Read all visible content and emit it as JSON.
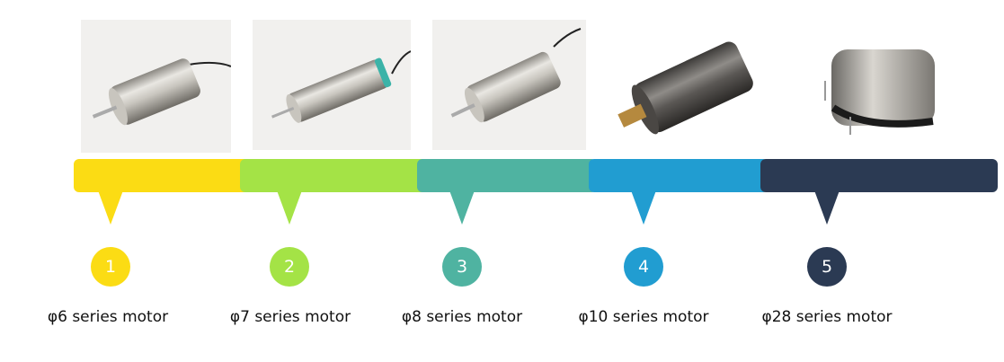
{
  "items": [
    {
      "number": "1",
      "label": "φ6 series motor",
      "color": "#fbdc14",
      "icon": "motor-photo"
    },
    {
      "number": "2",
      "label": "φ7 series motor",
      "color": "#a4e346",
      "icon": "motor-photo"
    },
    {
      "number": "3",
      "label": "φ8 series motor",
      "color": "#4fb3a1",
      "icon": "motor-photo"
    },
    {
      "number": "4",
      "label": "φ10 series motor",
      "color": "#219dd1",
      "icon": "motor-photo"
    },
    {
      "number": "5",
      "label": "φ28 series motor",
      "color": "#2b3a53",
      "icon": "motor-photo"
    }
  ]
}
